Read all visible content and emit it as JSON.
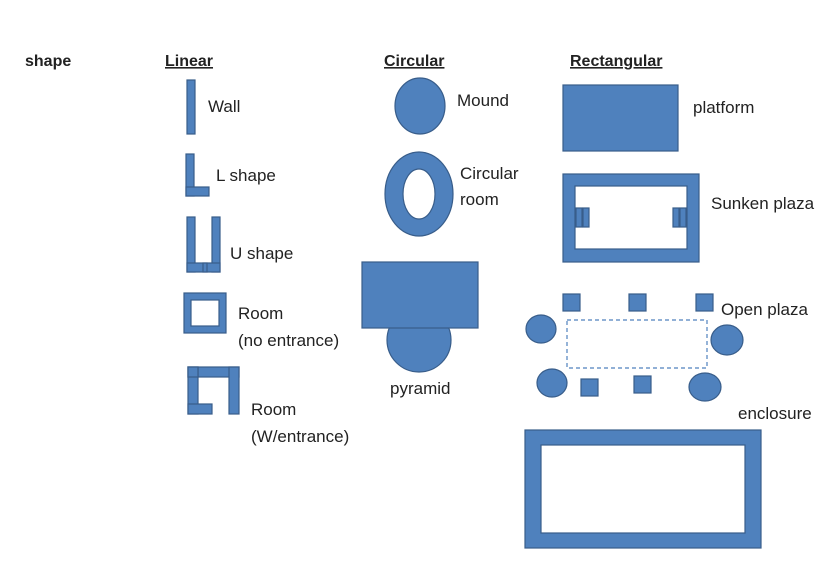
{
  "colors": {
    "shape_fill": "#4f81bd",
    "shape_stroke": "#385d8a",
    "text": "#222222",
    "background": "#ffffff"
  },
  "row_label": "shape",
  "headers": {
    "linear": "Linear",
    "circular": "Circular",
    "rectangular": "Rectangular"
  },
  "linear": {
    "wall": "Wall",
    "l_shape": "L shape",
    "u_shape": "U shape",
    "room_no_entrance_1": "Room",
    "room_no_entrance_2": "(no entrance)",
    "room_entrance_1": "Room",
    "room_entrance_2": "(W/entrance)"
  },
  "circular": {
    "mound": "Mound",
    "circular_room_1": "Circular",
    "circular_room_2": "room",
    "pyramid": "pyramid"
  },
  "rectangular": {
    "platform": "platform",
    "sunken_plaza": "Sunken plaza",
    "open_plaza": "Open plaza",
    "enclosure": "enclosure"
  }
}
